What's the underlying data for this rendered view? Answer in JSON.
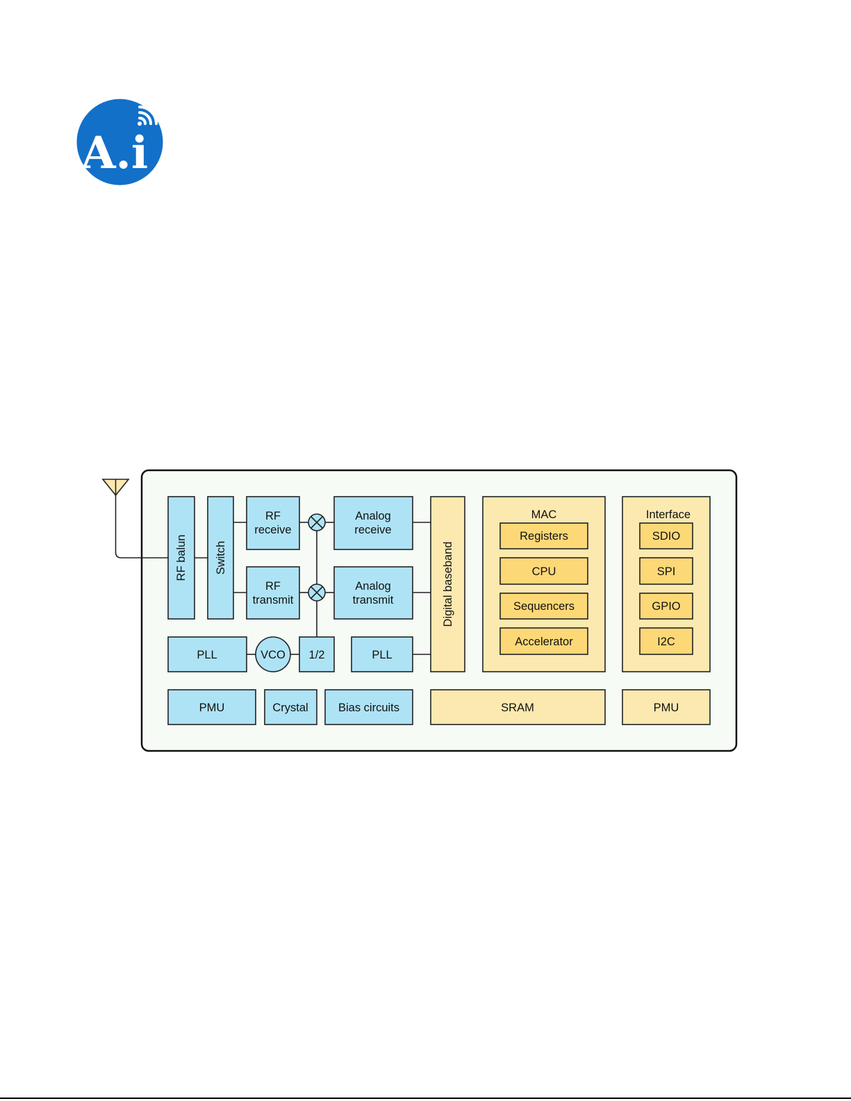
{
  "logo": {
    "text": "A.i",
    "icon": "wifi-signal-icon",
    "color": "#1270c9"
  },
  "colors": {
    "rf": "#aee3f5",
    "digital_panel": "#fbe9b0",
    "digital_block": "#fdd877",
    "chip_bg": "#f6fbf6"
  },
  "diagram": {
    "antenna": "antenna-icon",
    "rf_balun": "RF balun",
    "switch": "Switch",
    "rf_receive": [
      "RF",
      "receive"
    ],
    "rf_transmit": [
      "RF",
      "transmit"
    ],
    "mixer_icon": "mixer-icon",
    "analog_receive": [
      "Analog",
      "receive"
    ],
    "analog_transmit": [
      "Analog",
      "transmit"
    ],
    "pll_left": "PLL",
    "vco": "VCO",
    "divider": "1/2",
    "pll_right": "PLL",
    "digital_baseband": "Digital baseband",
    "mac": {
      "title": "MAC",
      "items": [
        "Registers",
        "CPU",
        "Sequencers",
        "Accelerator"
      ]
    },
    "interface": {
      "title": "Interface",
      "items": [
        "SDIO",
        "SPI",
        "GPIO",
        "I2C"
      ]
    },
    "pmu_left": "PMU",
    "crystal": "Crystal",
    "bias_circuits": "Bias circuits",
    "sram": "SRAM",
    "pmu_right": "PMU"
  }
}
